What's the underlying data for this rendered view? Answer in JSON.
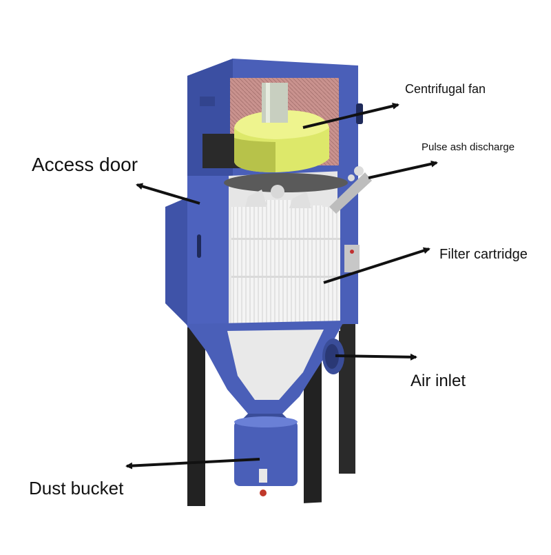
{
  "labels": {
    "centrifugal_fan": "Centrifugal fan",
    "pulse_ash_discharge": "Pulse ash discharge",
    "access_door": "Access door",
    "filter_cartridge": "Filter cartridge",
    "air_inlet": "Air inlet",
    "dust_bucket": "Dust bucket"
  },
  "colors": {
    "housing_blue": "#4a5fb8",
    "housing_light": "#6a80d6",
    "housing_dark": "#2f3f86",
    "fan_yellow": "#dde86a",
    "fan_shadow": "#a8b43c",
    "duct_red": "#b07a78",
    "filter_white": "#f2f2f2",
    "leg_black": "#222222",
    "arrow": "#111111"
  }
}
